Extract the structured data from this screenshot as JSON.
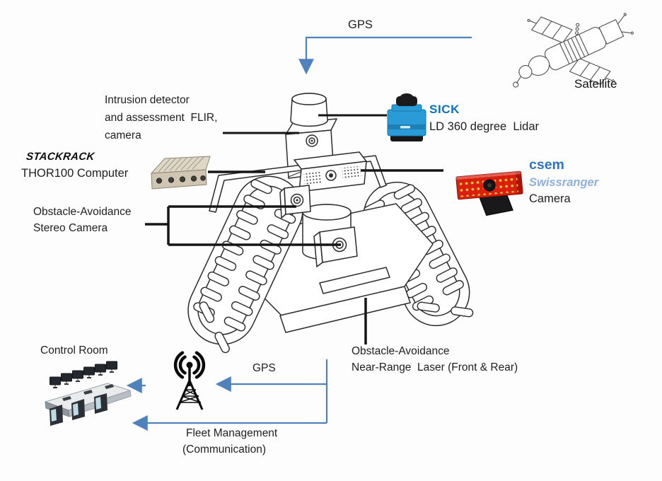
{
  "colors": {
    "accent_blue": "#4f81bd",
    "callout_black": "#161616",
    "sick_brand_blue": "#0d72b8",
    "sick_lidar_blue": "#2a9bd6",
    "csem_brand_blue": "#2f74c0",
    "swissranger_text_blue": "#8fb0d8",
    "swissranger_camera_red": "#d9200f"
  },
  "nodes": {
    "gps_top": {
      "label": "GPS"
    },
    "satellite": {
      "label": "Satellite"
    },
    "flir": {
      "line1": "Intrusion detector",
      "line2": "and assessment  FLIR,",
      "line3": "camera"
    },
    "sick": {
      "brand": "SICK",
      "desc": "LD 360 degree  Lidar"
    },
    "stackrack": {
      "brand": "STACKRACK",
      "desc": "THOR100 Computer"
    },
    "csem": {
      "brand": "csem",
      "product": "Swissranger",
      "desc": "Camera"
    },
    "stereo": {
      "line1": "Obstacle-Avoidance",
      "line2": "Stereo Camera"
    },
    "laser": {
      "line1": "Obstacle-Avoidance",
      "line2": "Near-Range  Laser (Front & Rear)"
    },
    "control_room": {
      "label": "Control Room"
    },
    "gps_bottom": {
      "label": "GPS"
    },
    "fleet": {
      "line1": "Fleet Management",
      "line2": "(Communication)"
    }
  }
}
